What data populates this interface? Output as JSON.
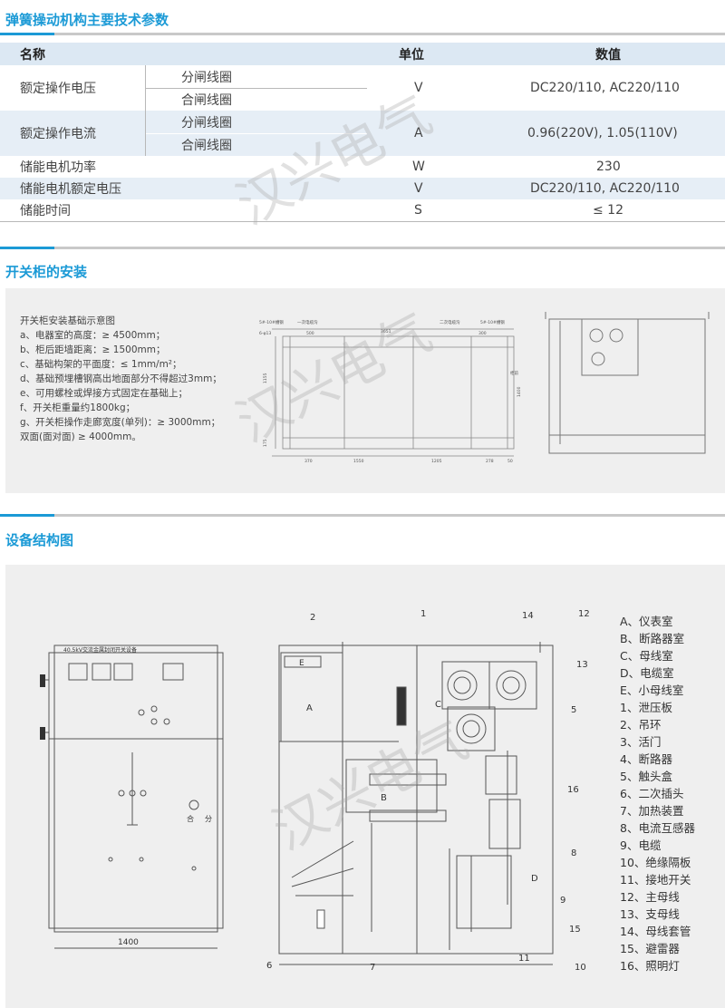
{
  "sections": {
    "spec_title": "弹簧操动机构主要技术参数",
    "install_title": "开关柜的安装",
    "structure_title": "设备结构图"
  },
  "table": {
    "headers": {
      "name": "名称",
      "unit": "单位",
      "value": "数值"
    },
    "rows": [
      {
        "name": "额定操作电压",
        "sub": [
          "分闸线圈",
          "合闸线圈"
        ],
        "unit": "V",
        "value": "DC220/110, AC220/110"
      },
      {
        "name": "额定操作电流",
        "sub": [
          "分闸线圈",
          "合闸线圈"
        ],
        "unit": "A",
        "value": "0.96(220V), 1.05(110V)"
      },
      {
        "name": "储能电机功率",
        "unit": "W",
        "value": "230"
      },
      {
        "name": "储能电机额定电压",
        "unit": "V",
        "value": "DC220/110, AC220/110"
      },
      {
        "name": "储能时间",
        "unit": "S",
        "value": "≤ 12"
      }
    ]
  },
  "install_notes": [
    "开关柜安装基础示意图",
    "a、电器室的高度：≥ 4500mm；",
    "b、柜后距墙距离：≥ 1500mm；",
    "c、基础构架的平面度：≤ 1mm/m²；",
    "d、基础预埋槽钢高出地面部分不得超过3mm；",
    "e、可用螺栓或焊接方式固定在基础上；",
    "f、开关柜重量约1800kg；",
    "g、开关柜操作走廊宽度(单列)：≥ 3000mm；",
    "双面(面对面) ≥ 4000mm。"
  ],
  "drawing_labels": {
    "channel_left": "5#-10#槽钢",
    "channel_right": "5#-10#槽钢",
    "cable_trench_1": "一次电缆沟",
    "cable_trench_2": "二次电缆沟",
    "hole": "6-φ13",
    "dim_1155": "1155",
    "dim_500a": "500",
    "dim_3651": "3651",
    "dim_300": "300",
    "dim_1400": "1400",
    "dim_175": "175",
    "dim_370": "370",
    "dim_1550": "1550",
    "dim_1205": "1205",
    "dim_278": "278",
    "dim_50": "50",
    "dim_back": "柜前",
    "front_plate": "40.5kV交流金属封闭开关设备",
    "width_1400": "1400",
    "he": "合",
    "fen": "分"
  },
  "legend": [
    "A、仪表室",
    "B、断路器室",
    "C、母线室",
    "D、电缆室",
    "E、小母线室",
    "1、泄压板",
    "2、吊环",
    "3、活门",
    "4、断路器",
    "5、触头盒",
    "6、二次插头",
    "7、加热装置",
    "8、电流互感器",
    "9、电缆",
    "10、绝缘隔板",
    "11、接地开关",
    "12、主母线",
    "13、支母线",
    "14、母线套管",
    "15、避雷器",
    "16、照明灯"
  ],
  "watermark": "汉兴电气",
  "colors": {
    "accent": "#1b9ad6",
    "table_shade": "#e6eef6",
    "panel_bg": "#efefef"
  }
}
